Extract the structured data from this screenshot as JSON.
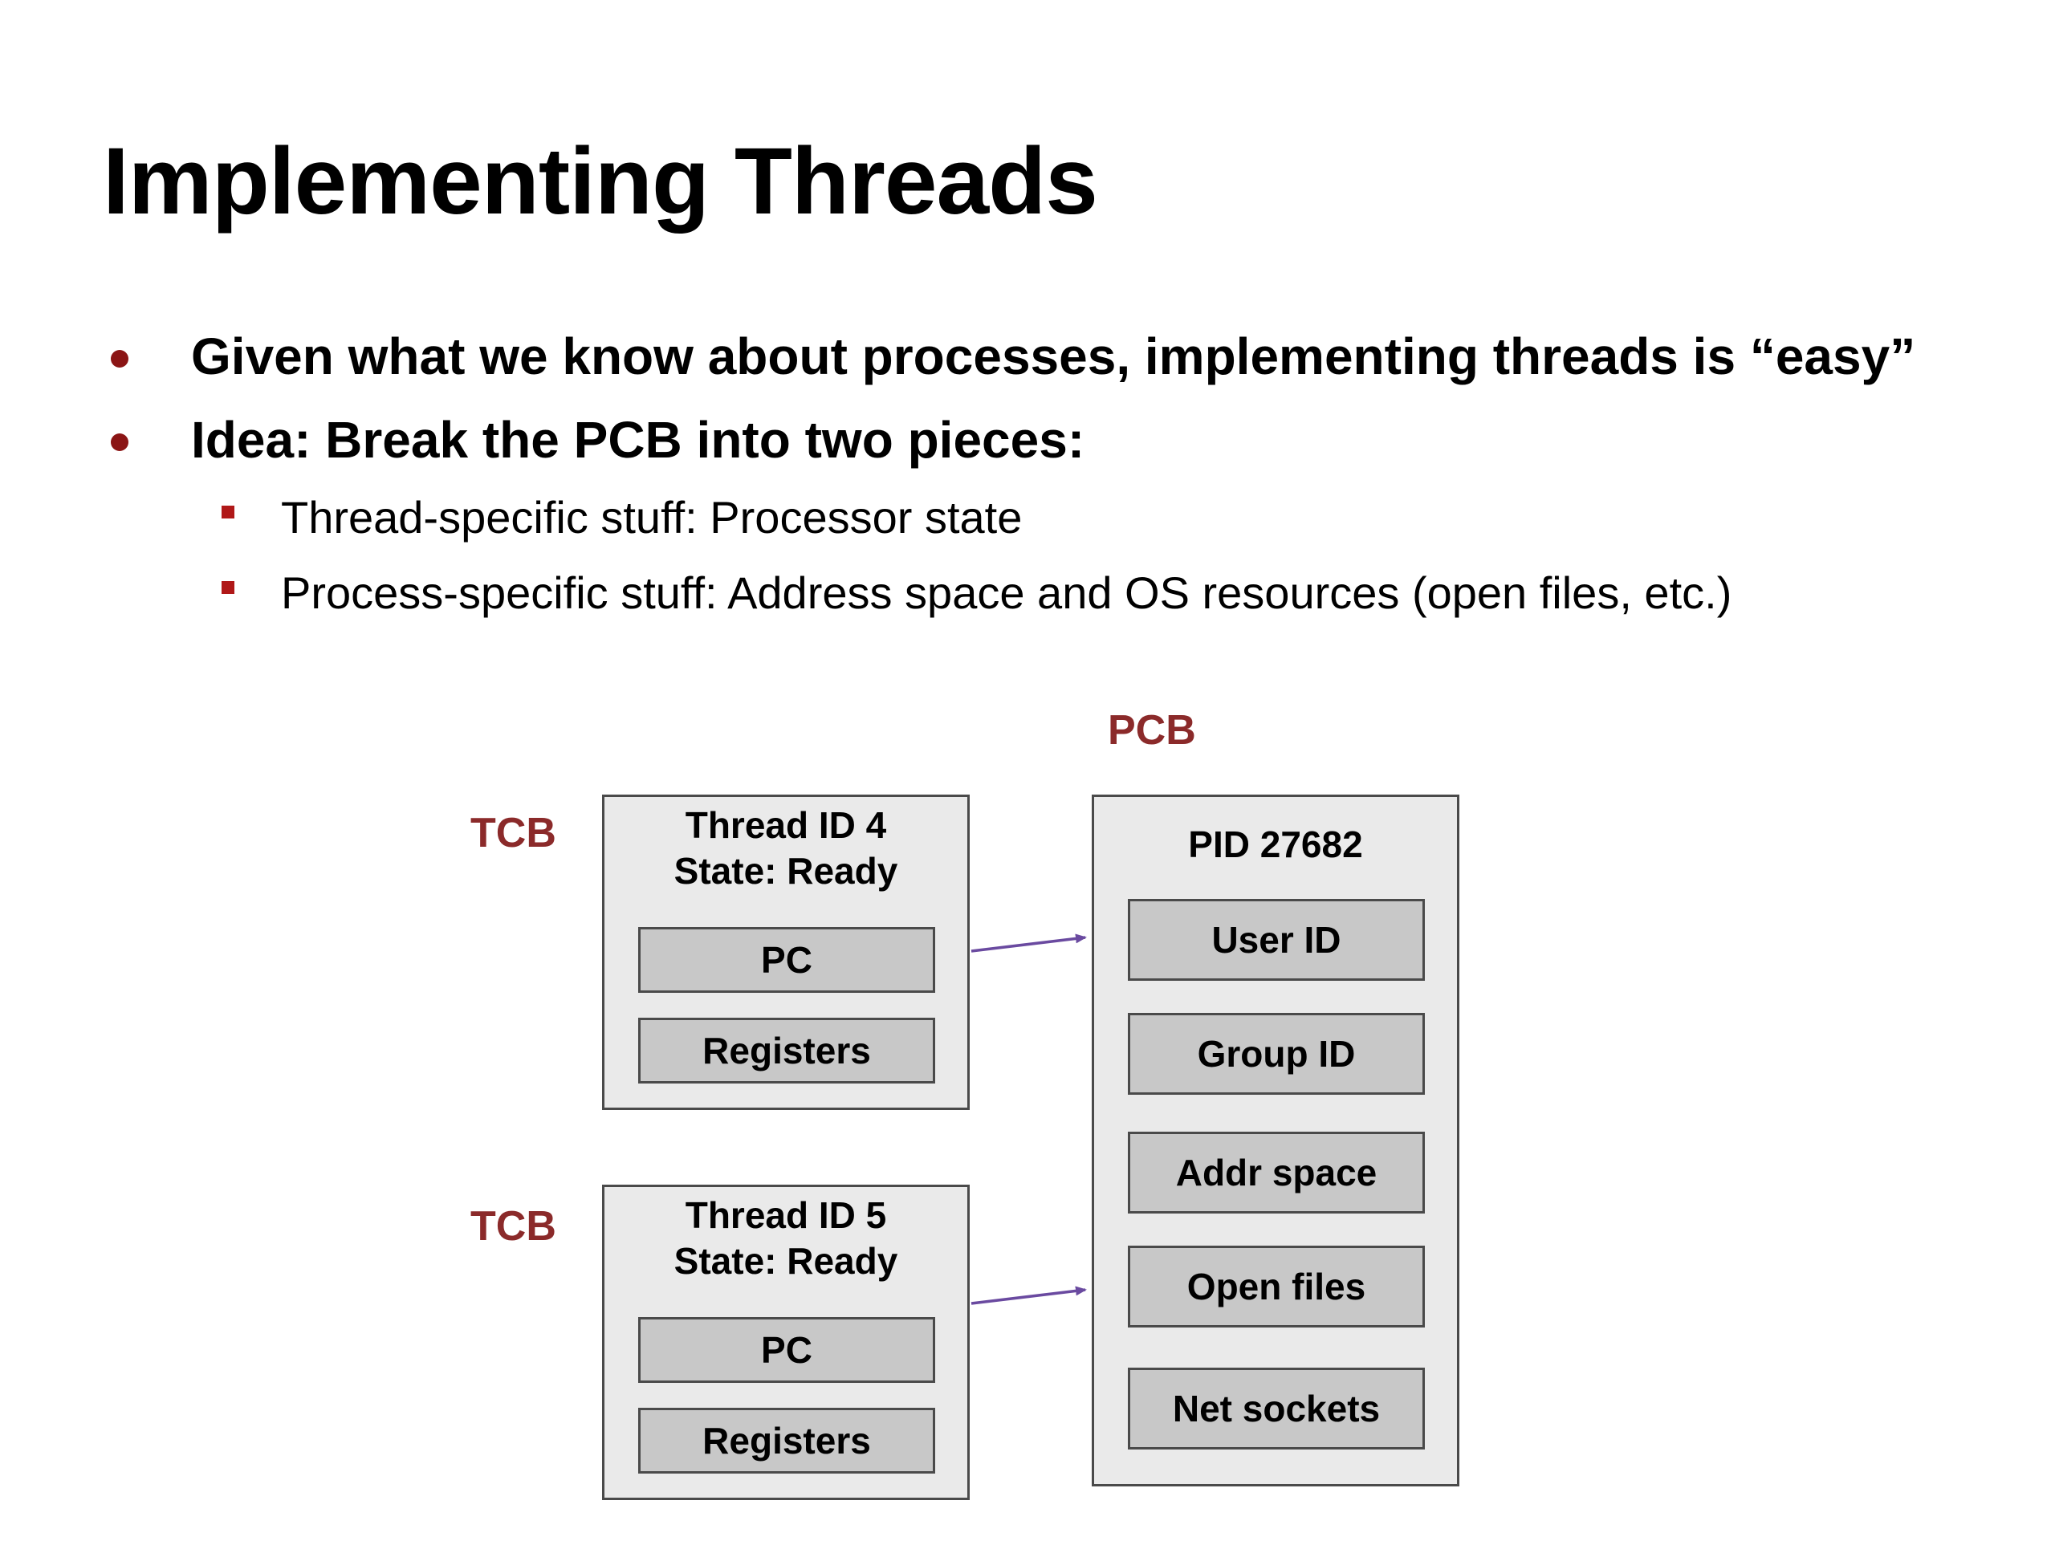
{
  "slide": {
    "title": "Implementing Threads",
    "bullets": [
      "Given what we know about processes, implementing threads is “easy”",
      "Idea: Break the PCB into two pieces:"
    ],
    "subbullets": [
      "Thread-specific stuff: Processor state",
      "Process-specific stuff: Address space and OS resources (open files, etc.)"
    ]
  },
  "diagram": {
    "pcb_label": "PCB",
    "tcb_label": "TCB",
    "tcbs": [
      {
        "thread_id": "Thread ID 4",
        "state": "State: Ready",
        "pc": "PC",
        "registers": "Registers"
      },
      {
        "thread_id": "Thread ID 5",
        "state": "State: Ready",
        "pc": "PC",
        "registers": "Registers"
      }
    ],
    "pcb": {
      "pid": "PID 27682",
      "fields": [
        "User ID",
        "Group ID",
        "Addr space",
        "Open files",
        "Net sockets"
      ]
    },
    "colors": {
      "label": "#8b2a2a",
      "arrow": "#6a4aa0",
      "bullet": "#8b1515",
      "box_fill": "#eaeaea",
      "field_fill": "#c8c8c8"
    }
  }
}
